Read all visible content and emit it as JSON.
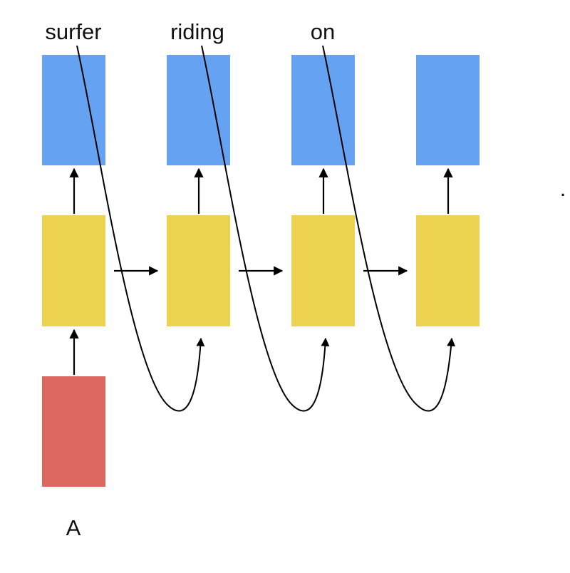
{
  "labels": {
    "out_0": "surfer",
    "out_1": "riding",
    "out_2": "on",
    "input": "A",
    "trailing_mark": "."
  },
  "colors": {
    "output_box": "#65a3f2",
    "hidden_box": "#ecd24f",
    "input_box": "#dd6860",
    "line": "#000000"
  }
}
